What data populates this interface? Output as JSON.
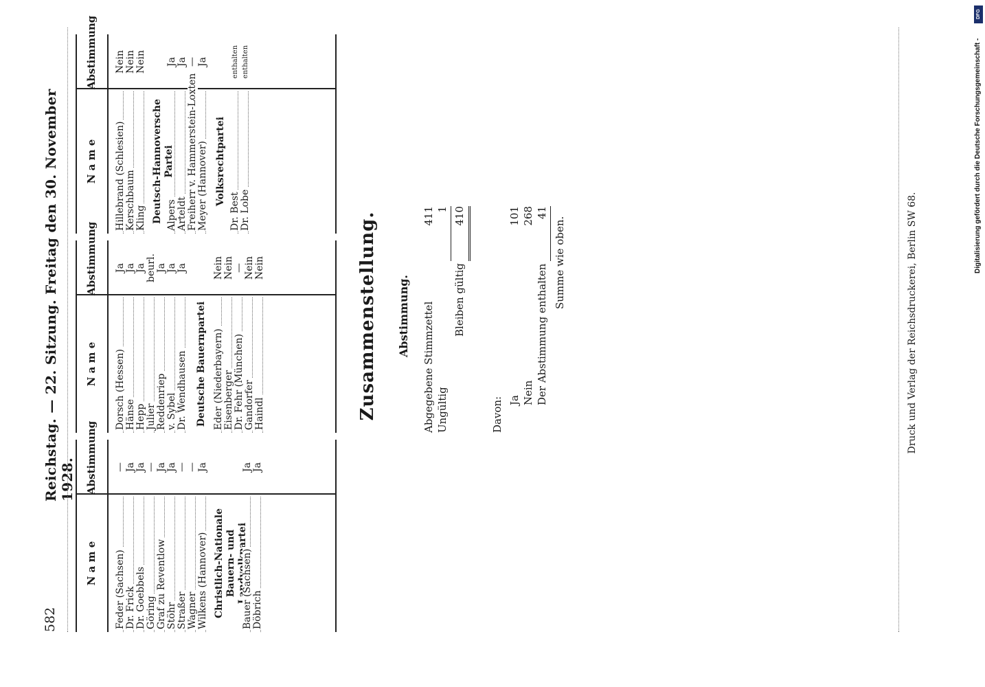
{
  "header": {
    "page_number": "582",
    "text": "Reichstag. — 22. Sitzung. Freitag den 30. November 1928."
  },
  "columns": {
    "name_header": "N a m e",
    "vote_header": "Abstimmung"
  },
  "col1": {
    "rows": [
      {
        "name": "Feder (Sachsen)",
        "vote": "—"
      },
      {
        "name": "Dr. Frick",
        "vote": "Ja"
      },
      {
        "name": "Dr. Goebbels",
        "vote": "Ja"
      },
      {
        "name": "Göring",
        "vote": "—"
      },
      {
        "name": "Graf zu Reventlow",
        "vote": "Ja"
      },
      {
        "name": "Stöhr",
        "vote": "Ja"
      },
      {
        "name": "Straßer",
        "vote": "—"
      },
      {
        "name": "Wagner",
        "vote": "—"
      },
      {
        "name": "Wilkens (Hannover)",
        "vote": "Ja"
      }
    ],
    "party2": "Christlich-Nationale Bauern- und Landvolkpartei",
    "rows2": [
      {
        "name": "Bauer (Sachsen)",
        "vote": "Ja"
      },
      {
        "name": "Döbrich",
        "vote": "Ja"
      }
    ]
  },
  "col2": {
    "rows": [
      {
        "name": "Dorsch (Hessen)",
        "vote": "Ja"
      },
      {
        "name": "Hänse",
        "vote": "Ja"
      },
      {
        "name": "Hepp",
        "vote": "Ja"
      },
      {
        "name": "Julier",
        "vote": "beurl."
      },
      {
        "name": "Reddenriep",
        "vote": "Ja"
      },
      {
        "name": "v. Sybel",
        "vote": "Ja"
      },
      {
        "name": "Dr. Wendhausen",
        "vote": "Ja"
      }
    ],
    "party2": "Deutsche Bauernpartei",
    "rows2": [
      {
        "name": "Eder (Niederbayern)",
        "vote": "Nein"
      },
      {
        "name": "Eisenberger",
        "vote": "Nein"
      },
      {
        "name": "Dr. Fehr (München)",
        "vote": "—"
      },
      {
        "name": "Gandorfer",
        "vote": "Nein"
      },
      {
        "name": "Haindl",
        "vote": "Nein"
      }
    ]
  },
  "col3": {
    "rows": [
      {
        "name": "Hillebrand (Schlesien)",
        "vote": "Nein"
      },
      {
        "name": "Kerschbaum",
        "vote": "Nein"
      },
      {
        "name": "Kling",
        "vote": "Nein"
      }
    ],
    "party2": "Deutsch-Hannoversche Partei",
    "rows2": [
      {
        "name": "Alpers",
        "vote": "Ja"
      },
      {
        "name": "Arteldt",
        "vote": "Ja"
      },
      {
        "name": "Freiherr v. Hammerstein-Loxten",
        "vote": "—"
      },
      {
        "name": "Meyer (Hannover)",
        "vote": "Ja"
      }
    ],
    "party3": "Volksrechtpartei",
    "rows3": [
      {
        "name": "Dr. Best",
        "vote": "enthalten"
      },
      {
        "name": "Dr. Lobe",
        "vote": "enthalten"
      }
    ]
  },
  "summary": {
    "title": "Zusammenstellung.",
    "subtitle": "Abstimmung.",
    "abgegeben_label": "Abgegebene Stimmzettel",
    "abgegeben_value": "411",
    "ungueltig_label": "Ungültig",
    "ungueltig_value": "1",
    "gueltig_label": "Bleiben gültig",
    "gueltig_value": "410",
    "davon_label": "Davon:",
    "ja_label": "Ja",
    "ja_value": "101",
    "nein_label": "Nein",
    "nein_value": "268",
    "enthalten_label": "Der Abstimmung enthalten",
    "enthalten_value": "41",
    "summe_label": "Summe wie oben."
  },
  "footer": {
    "text": "Druck und Verlag der Reichsdruckerei, Berlin SW 68."
  },
  "watermark": {
    "badge": "DFG",
    "text": "Digitalisierung gefördert durch die Deutsche Forschungsgemeinschaft -"
  }
}
